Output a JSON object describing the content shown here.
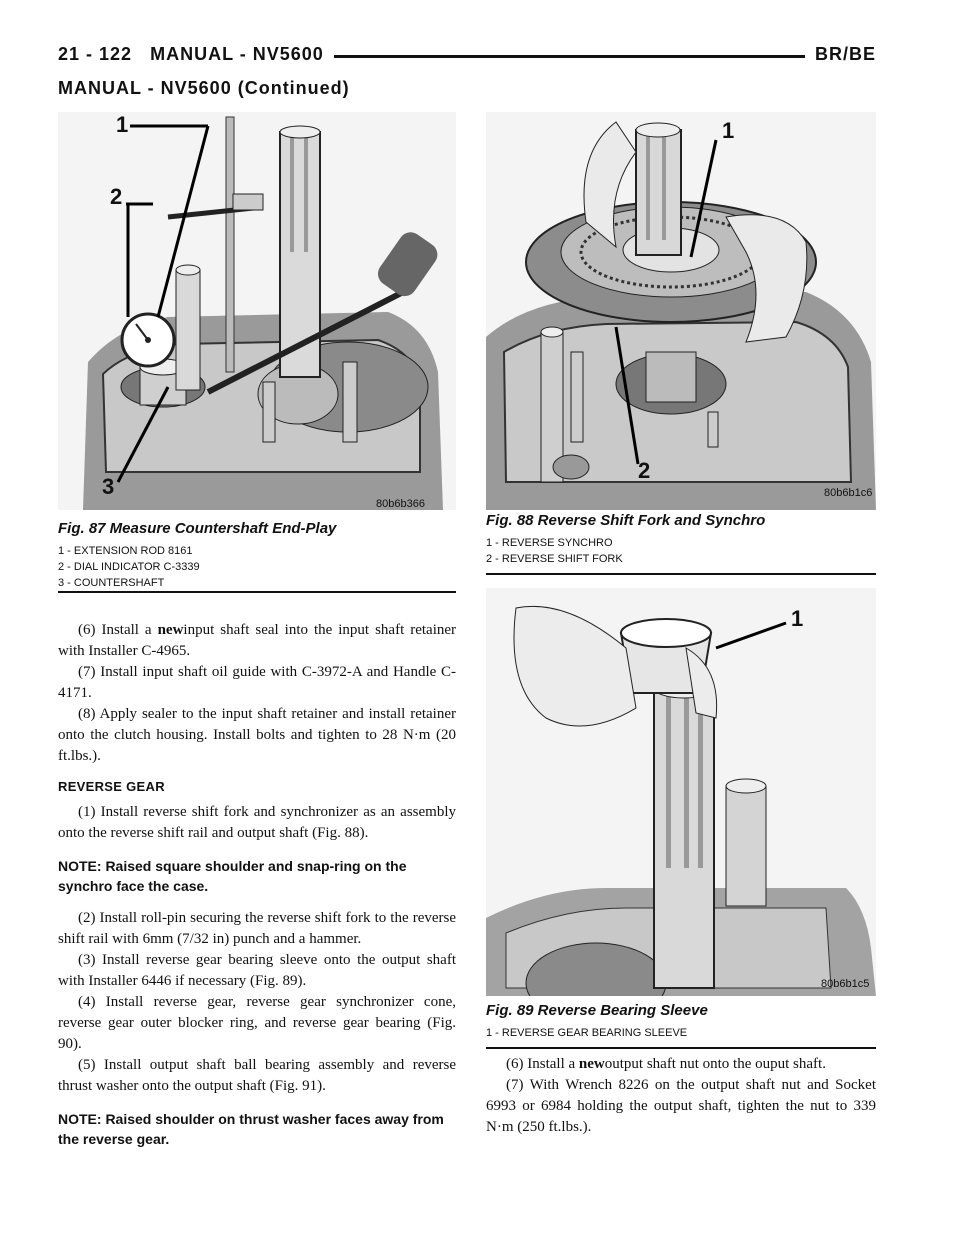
{
  "header": {
    "page": "21 - 122",
    "title": "MANUAL - NV5600",
    "code": "BR/BE"
  },
  "continued": "MANUAL - NV5600 (Continued)",
  "fig87": {
    "title": "Fig. 87 Measure Countershaft End-Play",
    "image_code": "80b6b366",
    "callouts": [
      "1",
      "2",
      "3"
    ],
    "legend": [
      "1 - EXTENSION ROD 8161",
      "2 - DIAL INDICATOR C-3339",
      "3 - COUNTERSHAFT"
    ]
  },
  "fig88": {
    "title": "Fig. 88 Reverse Shift Fork and Synchro",
    "image_code": "80b6b1c6",
    "callouts": [
      "1",
      "2"
    ],
    "legend": [
      "1 - REVERSE SYNCHRO",
      "2 - REVERSE SHIFT FORK"
    ]
  },
  "fig89": {
    "title": "Fig. 89 Reverse Bearing Sleeve",
    "image_code": "80b6b1c5",
    "callouts": [
      "1"
    ],
    "legend": [
      "1 - REVERSE GEAR BEARING SLEEVE"
    ]
  },
  "left_col": {
    "p6_pre": "(6) Install a ",
    "p6_bold": "new",
    "p6_post": "input shaft seal into the input shaft retainer with Installer C-4965.",
    "p7": "(7) Install input shaft oil guide with C-3972-A and Handle C-4171.",
    "p8": "(8) Apply sealer to the input shaft retainer and install retainer onto the clutch housing. Install bolts and tighten to 28 N·m (20 ft.lbs.).",
    "section": "REVERSE GEAR",
    "r1": "(1) Install reverse shift fork and synchronizer as an assembly onto the reverse shift rail and output shaft (Fig. 88).",
    "note1": "NOTE: Raised square shoulder and snap-ring on the synchro face the case.",
    "r2": "(2) Install roll-pin securing the reverse shift fork to the reverse shift rail with 6mm (7/32 in) punch and a hammer.",
    "r3": "(3) Install reverse gear bearing sleeve onto the output shaft with Installer 6446 if necessary (Fig. 89).",
    "r4": "(4) Install reverse gear, reverse gear synchronizer cone, reverse gear outer blocker ring, and reverse gear bearing (Fig. 90).",
    "r5": "(5) Install output shaft ball bearing assembly and reverse thrust washer onto the output shaft (Fig. 91).",
    "note2": "NOTE: Raised shoulder on thrust washer faces away from the reverse gear."
  },
  "right_col": {
    "r6_pre": "(6) Install a ",
    "r6_bold": "new",
    "r6_post": "output shaft nut onto the ouput shaft.",
    "r7": "(7) With Wrench 8226 on the output shaft nut and Socket 6993 or 6984 holding the output shaft, tighten the nut to 339 N·m (250 ft.lbs.)."
  }
}
